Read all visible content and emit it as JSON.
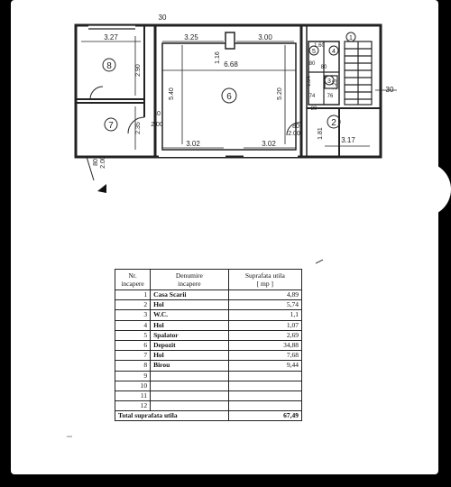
{
  "plan": {
    "room_numbers": [
      "1",
      "2",
      "3",
      "4",
      "5",
      "6",
      "7",
      "8"
    ],
    "dimensions": {
      "top_left": "3.27",
      "top_mid1": "3.25",
      "top_mid2": "3.00",
      "room8_h": "2.90",
      "room7_h": "2.35",
      "room6_w": "6.68",
      "room6_h_left": "5.40",
      "room6_h_right": "5.20",
      "bottom_left": "3.02",
      "bottom_right": "3.02",
      "door_left": "80",
      "door_left2": "2.00",
      "door_ent": "80",
      "door_ent2": "2.00",
      "door_r": "80",
      "door_r2": "2.00",
      "room2_h": "1.81",
      "room2_w": "3.17",
      "top_30": "30",
      "right_30": "30",
      "small_160": "1.60",
      "small_80": "80",
      "small_125": "1.25",
      "small_74": "74",
      "small_76": "76",
      "small_80b": "80",
      "small_194": "1.94",
      "small_116": "1.16",
      "small_80c": "80"
    }
  },
  "table": {
    "headers": [
      "Nr.\nincapere",
      "Denumire\nincapere",
      "Suprafata utila\n[ mp ]"
    ],
    "rows": [
      {
        "nr": "1",
        "name": "Casa Scarii",
        "area": "4,89"
      },
      {
        "nr": "2",
        "name": "Hol",
        "area": "5,74"
      },
      {
        "nr": "3",
        "name": "W.C.",
        "area": "1,1"
      },
      {
        "nr": "4",
        "name": "Hol",
        "area": "1,07"
      },
      {
        "nr": "5",
        "name": "Spalator",
        "area": "2,69"
      },
      {
        "nr": "6",
        "name": "Depozit",
        "area": "34,88"
      },
      {
        "nr": "7",
        "name": "Hol",
        "area": "7,68"
      },
      {
        "nr": "8",
        "name": "Birou",
        "area": "9,44"
      },
      {
        "nr": "9",
        "name": "",
        "area": ""
      },
      {
        "nr": "10",
        "name": "",
        "area": ""
      },
      {
        "nr": "11",
        "name": "",
        "area": ""
      },
      {
        "nr": "12",
        "name": "",
        "area": ""
      }
    ],
    "total_label": "Total suprafata utila",
    "total_value": "67,49"
  }
}
